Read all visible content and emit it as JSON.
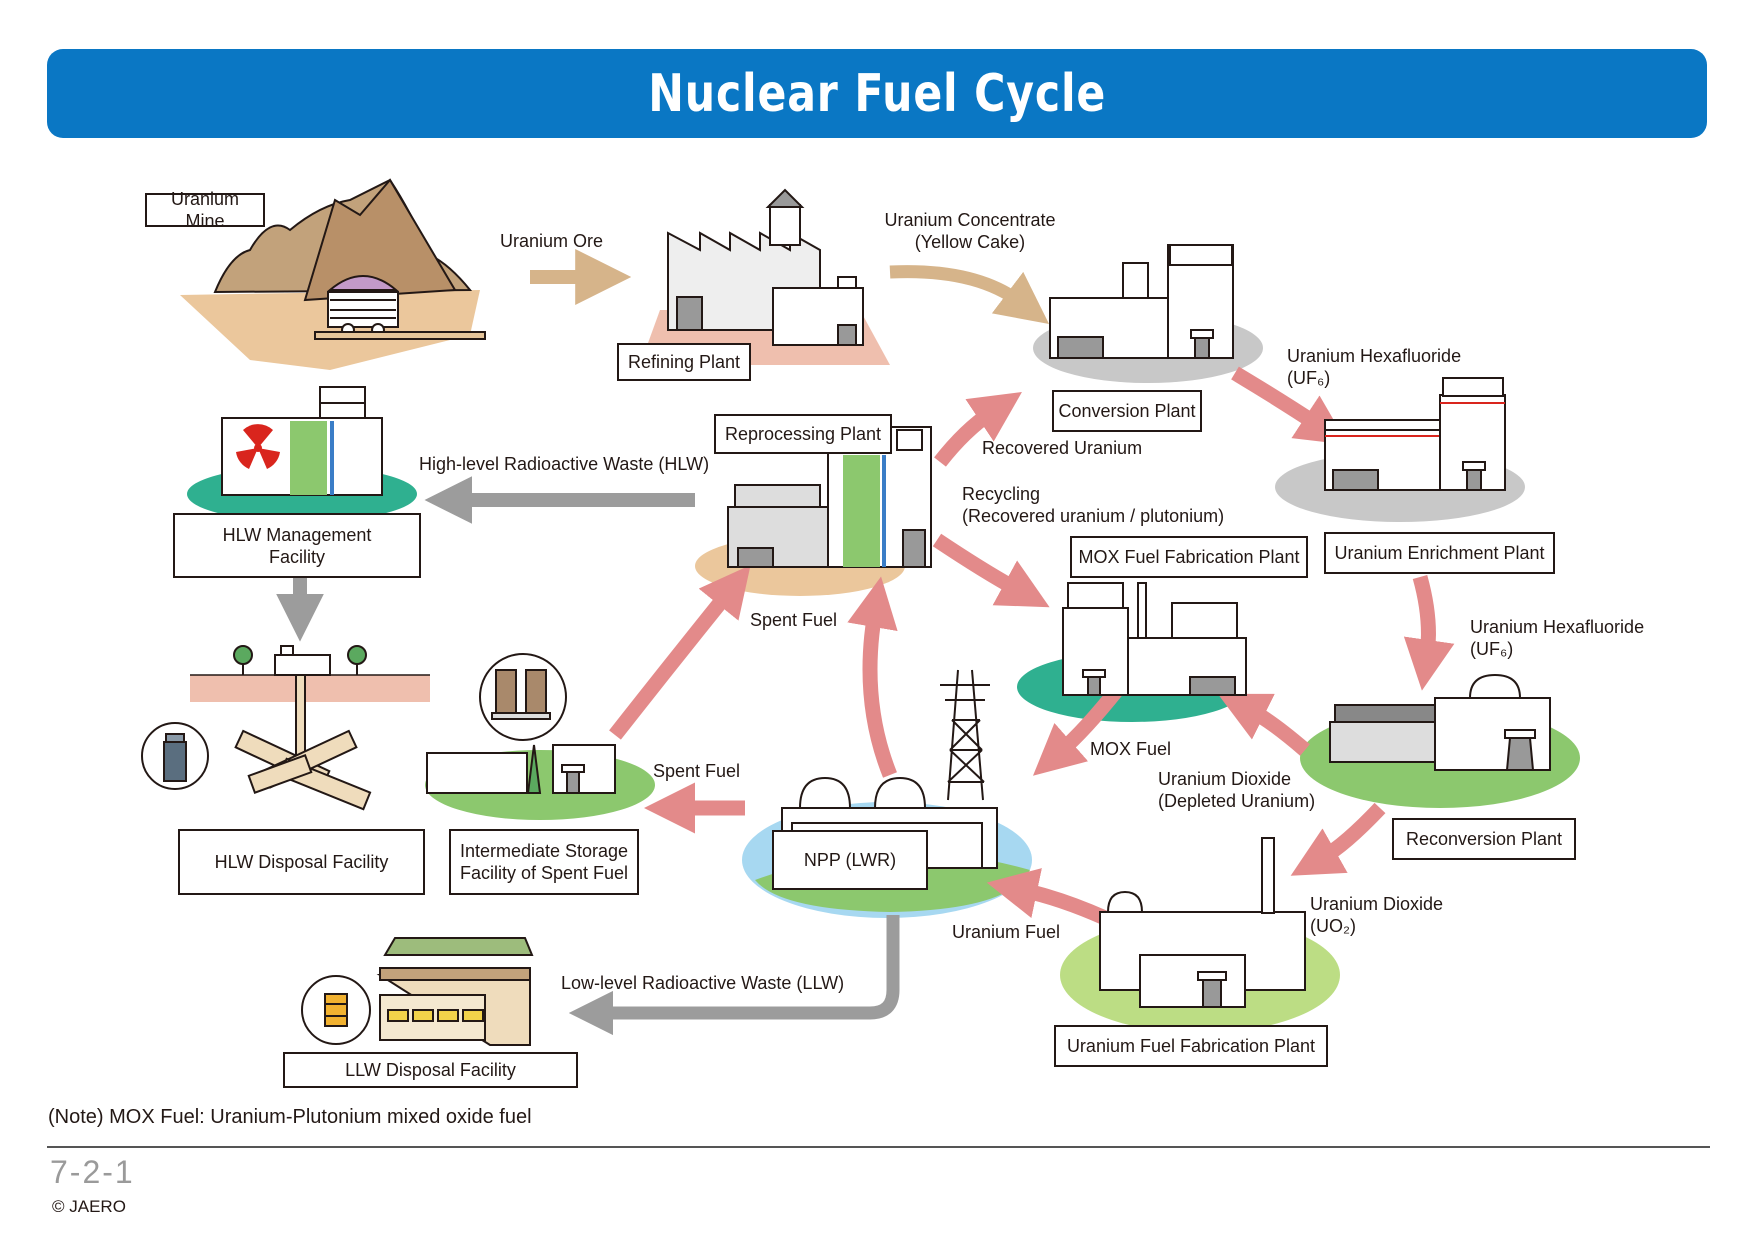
{
  "title": "Nuclear Fuel Cycle",
  "facilities": {
    "uranium_mine": "Uranium Mine",
    "refining_plant": "Refining Plant",
    "conversion_plant": "Conversion Plant",
    "uranium_enrichment_plant": "Uranium Enrichment Plant",
    "reconversion_plant": "Reconversion Plant",
    "uranium_fuel_fabrication_plant": "Uranium Fuel Fabrication Plant",
    "npp": "NPP (LWR)",
    "reprocessing_plant": "Reprocessing Plant",
    "mox_fuel_fabrication_plant": "MOX Fuel Fabrication Plant",
    "hlw_management_facility": "HLW Management\nFacility",
    "hlw_disposal_facility": "HLW Disposal Facility",
    "intermediate_storage": "Intermediate Storage\nFacility of Spent Fuel",
    "llw_disposal_facility": "LLW Disposal Facility"
  },
  "flows": {
    "uranium_ore": "Uranium Ore",
    "uranium_concentrate": "Uranium Concentrate\n(Yellow Cake)",
    "uf6_1": "Uranium Hexafluoride\n(UF₆)",
    "uf6_2": "Uranium Hexafluoride\n(UF₆)",
    "uranium_dioxide": "Uranium Dioxide\n(UO₂)",
    "uranium_fuel": "Uranium Fuel",
    "spent_fuel_1": "Spent Fuel",
    "spent_fuel_2": "Spent Fuel",
    "recovered_uranium": "Recovered Uranium",
    "recycling": "Recycling\n(Recovered uranium / plutonium)",
    "mox_fuel": "MOX Fuel",
    "depleted_uranium": "Uranium Dioxide\n(Depleted Uranium)",
    "hlw": "High-level Radioactive Waste (HLW)",
    "llw": "Low-level Radioactive Waste (LLW)"
  },
  "note": "(Note) MOX Fuel: Uranium-Plutonium mixed oxide fuel",
  "page_number": "7-2-1",
  "copyright": "© JAERO",
  "colors": {
    "title_bar": "#0a77c4",
    "front_end_arrow": "#d6b48a",
    "cycle_arrow": "#e38a8a",
    "waste_arrow": "#9c9c9c",
    "ground_green": "#8cc86e",
    "ground_gray": "#c8c8c8",
    "ground_sand": "#ebc79c"
  }
}
